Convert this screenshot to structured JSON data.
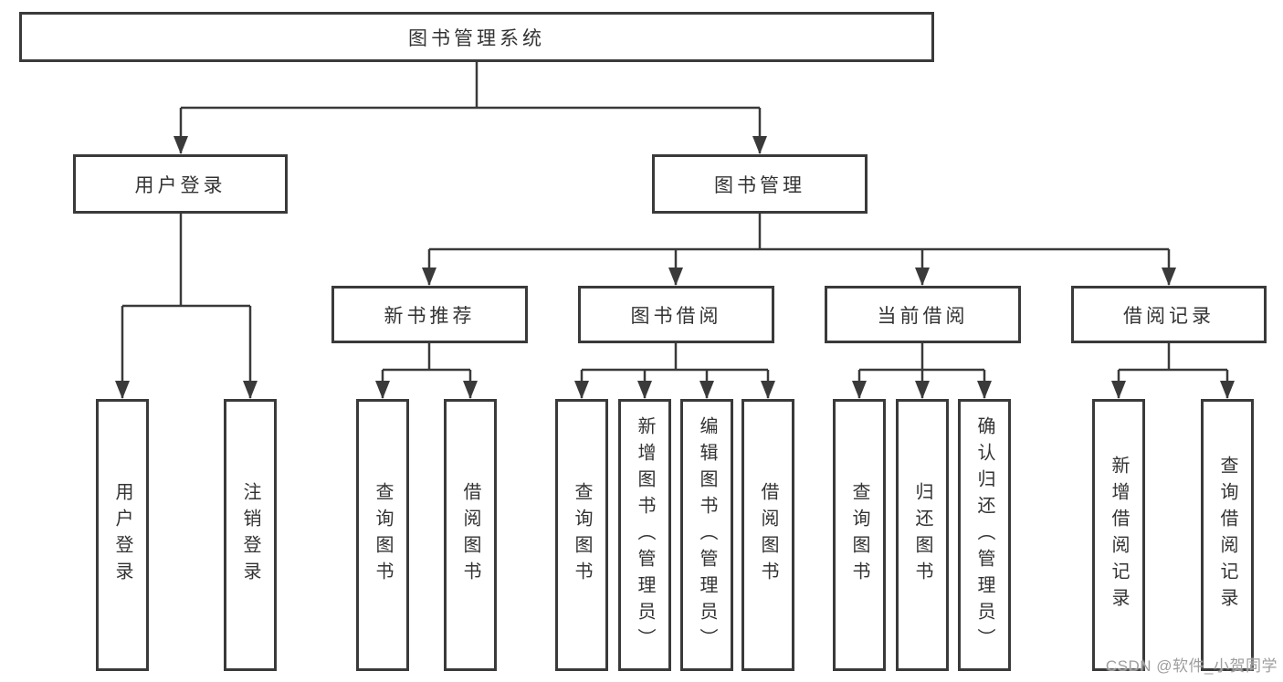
{
  "diagram": {
    "root": {
      "label": "图书管理系统"
    },
    "branches": [
      {
        "label": "用户登录",
        "children": [
          {
            "label": "用户登录"
          },
          {
            "label": "注销登录"
          }
        ]
      },
      {
        "label": "图书管理",
        "children": [
          {
            "label": "新书推荐",
            "children": [
              {
                "label": "查询图书"
              },
              {
                "label": "借阅图书"
              }
            ]
          },
          {
            "label": "图书借阅",
            "children": [
              {
                "label": "查询图书"
              },
              {
                "label": "新增图书（管理员）"
              },
              {
                "label": "编辑图书（管理员）"
              },
              {
                "label": "借阅图书"
              }
            ]
          },
          {
            "label": "当前借阅",
            "children": [
              {
                "label": "查询图书"
              },
              {
                "label": "归还图书"
              },
              {
                "label": "确认归还（管理员）"
              }
            ]
          },
          {
            "label": "借阅记录",
            "children": [
              {
                "label": "新增借阅记录"
              },
              {
                "label": "查询借阅记录"
              }
            ]
          }
        ]
      }
    ]
  },
  "watermark": {
    "text": "CSDN @软件_小贺同学"
  },
  "colors": {
    "line": "#3a3a3a",
    "box_border": "#3a3a3a",
    "text": "#333333",
    "background": "#ffffff",
    "watermark": "#9e9e9e"
  }
}
